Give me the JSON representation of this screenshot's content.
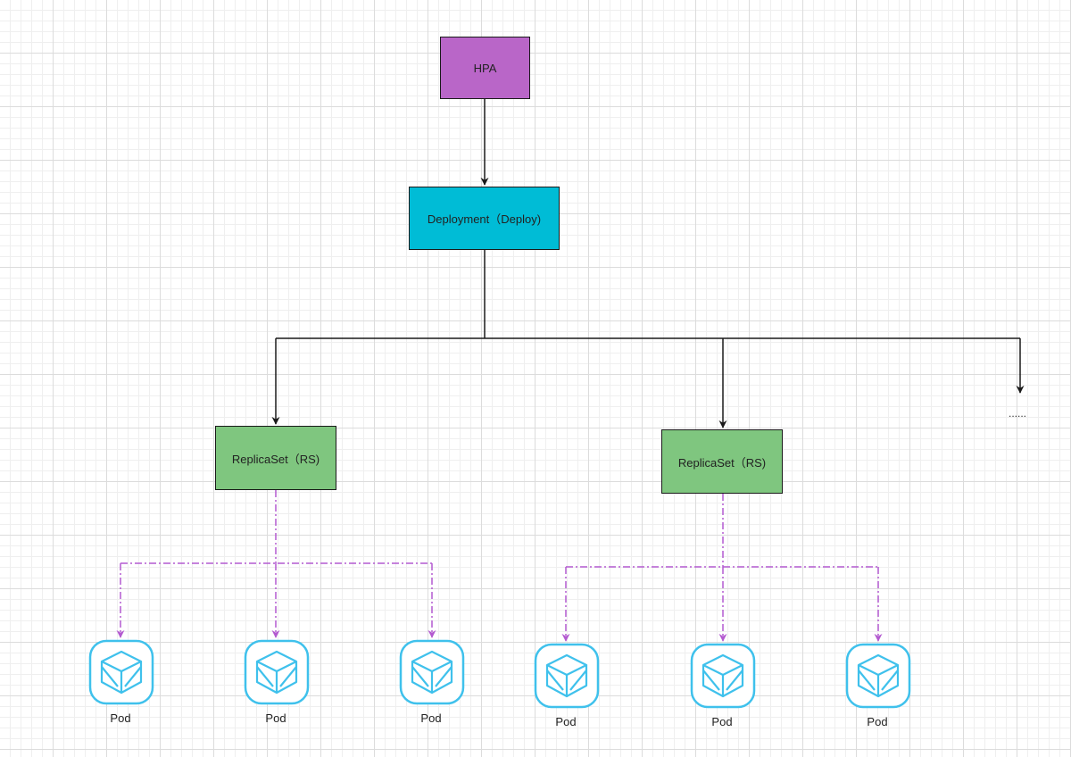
{
  "colors": {
    "hpa": "#b966c8",
    "deployment": "#00bcd6",
    "replicaset": "#7fc67f",
    "pod_icon": "#3fc1ec",
    "solid_arrow": "#1a1a1a",
    "dashed_arrow": "#b35ad0"
  },
  "nodes": {
    "hpa": {
      "label": "HPA"
    },
    "deployment": {
      "label": "Deployment（Deploy)"
    },
    "replicasets": [
      {
        "label": "ReplicaSet（RS)"
      },
      {
        "label": "ReplicaSet（RS)"
      }
    ],
    "more": {
      "label": "......"
    }
  },
  "pods": [
    {
      "label": "Pod",
      "icon": "pod-cube-icon"
    },
    {
      "label": "Pod",
      "icon": "pod-cube-icon"
    },
    {
      "label": "Pod",
      "icon": "pod-cube-icon"
    },
    {
      "label": "Pod",
      "icon": "pod-cube-icon"
    },
    {
      "label": "Pod",
      "icon": "pod-cube-icon"
    },
    {
      "label": "Pod",
      "icon": "pod-cube-icon"
    }
  ]
}
